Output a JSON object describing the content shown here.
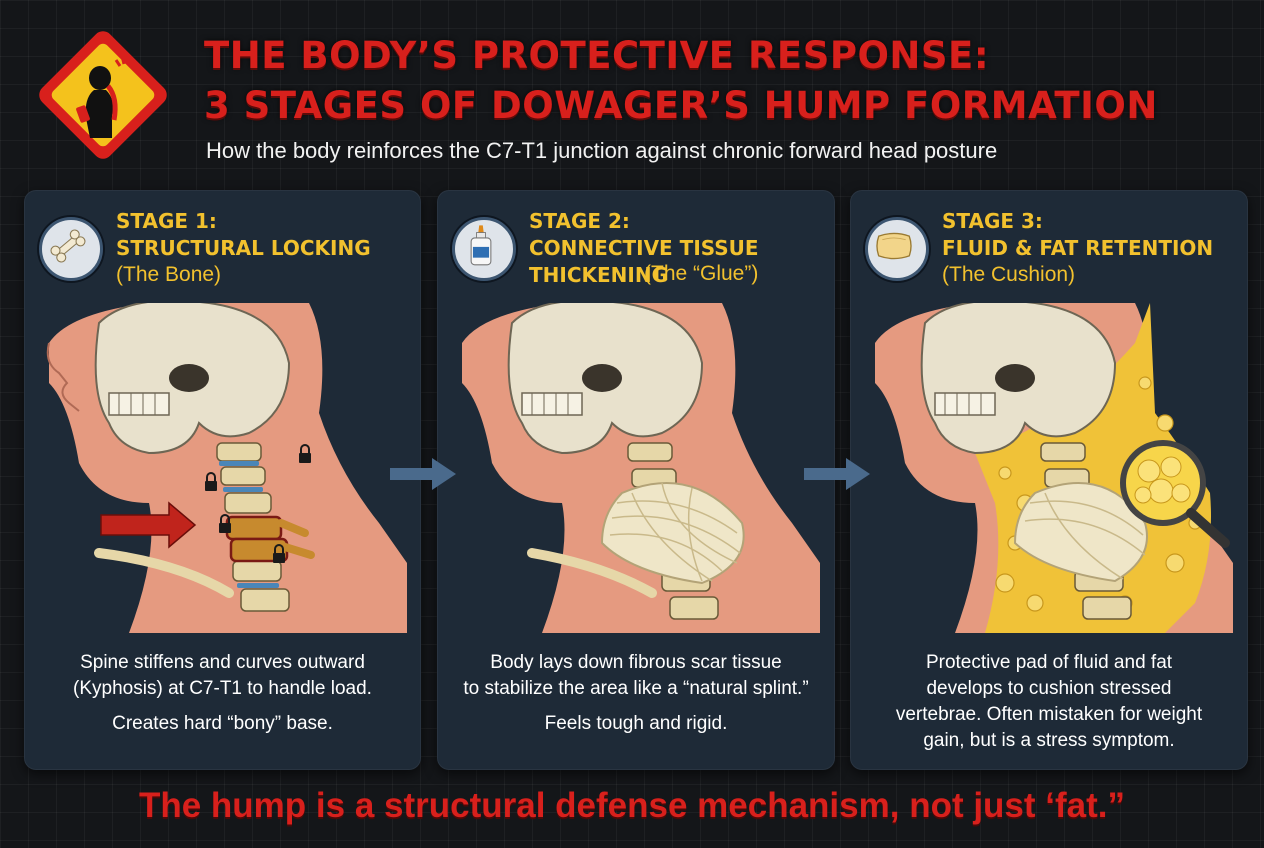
{
  "header": {
    "title_line1": "THE BODY’S PROTECTIVE RESPONSE:",
    "title_line2": "3 STAGES OF DOWAGER’S HUMP FORMATION",
    "subtitle": "How the body reinforces the C7-T1 junction against chronic forward head posture",
    "icon": "warning-posture-icon"
  },
  "stages": [
    {
      "heading_line1": "STAGE 1:",
      "heading_line2": "STRUCTURAL LOCKING",
      "subheading": "(The Bone)",
      "icon": "bone-icon",
      "description_lines": [
        "Spine stiffens and curves outward",
        "(Kyphosis) at C7-T1 to handle load."
      ],
      "note": "Creates hard “bony” base."
    },
    {
      "heading_line1": "STAGE 2:",
      "heading_line2": "CONNECTIVE TISSUE",
      "heading_line3": "THICKENING",
      "subheading": "(The “Glue”)",
      "icon": "glue-bottle-icon",
      "description_lines": [
        "Body lays down fibrous scar tissue",
        "to stabilize the area like a “natural splint.”"
      ],
      "note": "Feels tough and rigid."
    },
    {
      "heading_line1": "STAGE 3:",
      "heading_line2": "FLUID & FAT RETENTION",
      "subheading": "(The Cushion)",
      "icon": "cushion-icon",
      "description_lines": [
        "Protective pad of fluid and fat",
        "develops to cushion stressed",
        "vertebrae. Often mistaken for weight",
        "gain, but is a stress symptom."
      ]
    }
  ],
  "footer": "The hump is a structural defense mechanism, not just ‘fat.”",
  "colors": {
    "title_red": "#d8201c",
    "stage_yellow": "#f2c12e",
    "card_bg": "#1e2a37",
    "arrow_blue": "#4a6a8c"
  }
}
